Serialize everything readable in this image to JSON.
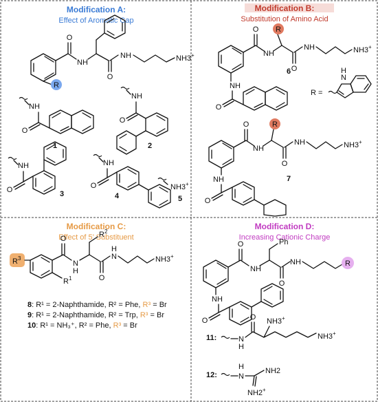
{
  "colors": {
    "a": "#3a7bd5",
    "a_bg": "#dce8f8",
    "b": "#c0392b",
    "b_bg": "#f6dcd8",
    "c": "#e69a45",
    "c_bg": "#fbe7d2",
    "d": "#c13bc1",
    "d_bg": "#f4d9f4",
    "r3_bg": "#f0b070",
    "r_b_bg": "#e07a60",
    "r_a_bg": "#7aa8ee",
    "r_d_bg": "#e6b0ef"
  },
  "panels": {
    "a": {
      "title": "Modification A:",
      "subtitle": "Effect of Aromatic Cap"
    },
    "b": {
      "title": "Modification B:",
      "subtitle": "Substitution of Amino Acid"
    },
    "c": {
      "title": "Modification C:",
      "subtitle": "Effect of 5’ Substituent"
    },
    "d": {
      "title": "Modification D:",
      "subtitle": "Increasing Cationic Charge"
    }
  },
  "atoms": {
    "O": "O",
    "N": "N",
    "NH": "NH",
    "H": "H",
    "R": "R",
    "Ph": "Ph",
    "NH3": "NH3",
    "plus": "+",
    "three": "3",
    "two": "2",
    "one": "1",
    "NH2": "NH2",
    "NH2p": "NH2",
    "R1": "R",
    "R2": "R",
    "R3": "R"
  },
  "compounds": {
    "c1": "1",
    "c2": "2",
    "c3": "3",
    "c4": "4",
    "c5": "5",
    "c6": "6",
    "c7": "7",
    "c11": "11:",
    "c12": "12:"
  },
  "legend_c": [
    {
      "num": "8",
      "text": ": R¹ = 2-Naphthamide, R² = Phe, ",
      "r3": "R³",
      "tail": " = Br"
    },
    {
      "num": "9",
      "text": ": R¹ = 2-Naphthamide, R² = Trp, ",
      "r3": "R³",
      "tail": " = Br"
    },
    {
      "num": "10",
      "text": ": R¹ = NH₃⁺, R² = Phe, ",
      "r3": "R³",
      "tail": " = Br"
    }
  ],
  "r_equals": "R ="
}
